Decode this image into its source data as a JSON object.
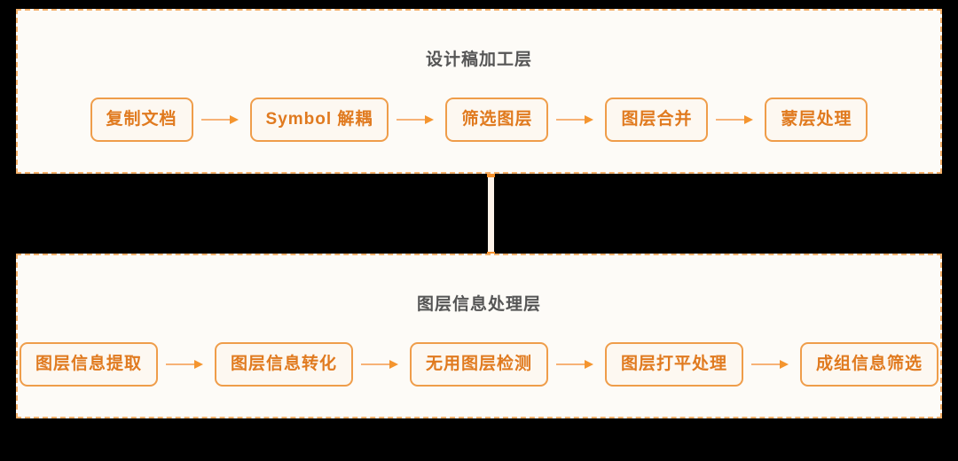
{
  "diagram": {
    "background_color": "#000000",
    "accent_color": "#e07a1f",
    "border_color": "#f4b06a",
    "panel_fill": "#fdfbf7",
    "connector": {
      "name": "vertical-connector",
      "color": "#fdf3e9",
      "node_color": "#f5902a"
    },
    "panels": [
      {
        "id": "design",
        "title": "设计稿加工层",
        "steps": [
          {
            "label": "复制文档"
          },
          {
            "label": "Symbol 解耦"
          },
          {
            "label": "筛选图层"
          },
          {
            "label": "图层合并"
          },
          {
            "label": "蒙层处理"
          }
        ]
      },
      {
        "id": "layer",
        "title": "图层信息处理层",
        "steps": [
          {
            "label": "图层信息提取"
          },
          {
            "label": "图层信息转化"
          },
          {
            "label": "无用图层检测"
          },
          {
            "label": "图层打平处理"
          },
          {
            "label": "成组信息筛选"
          }
        ]
      }
    ]
  }
}
